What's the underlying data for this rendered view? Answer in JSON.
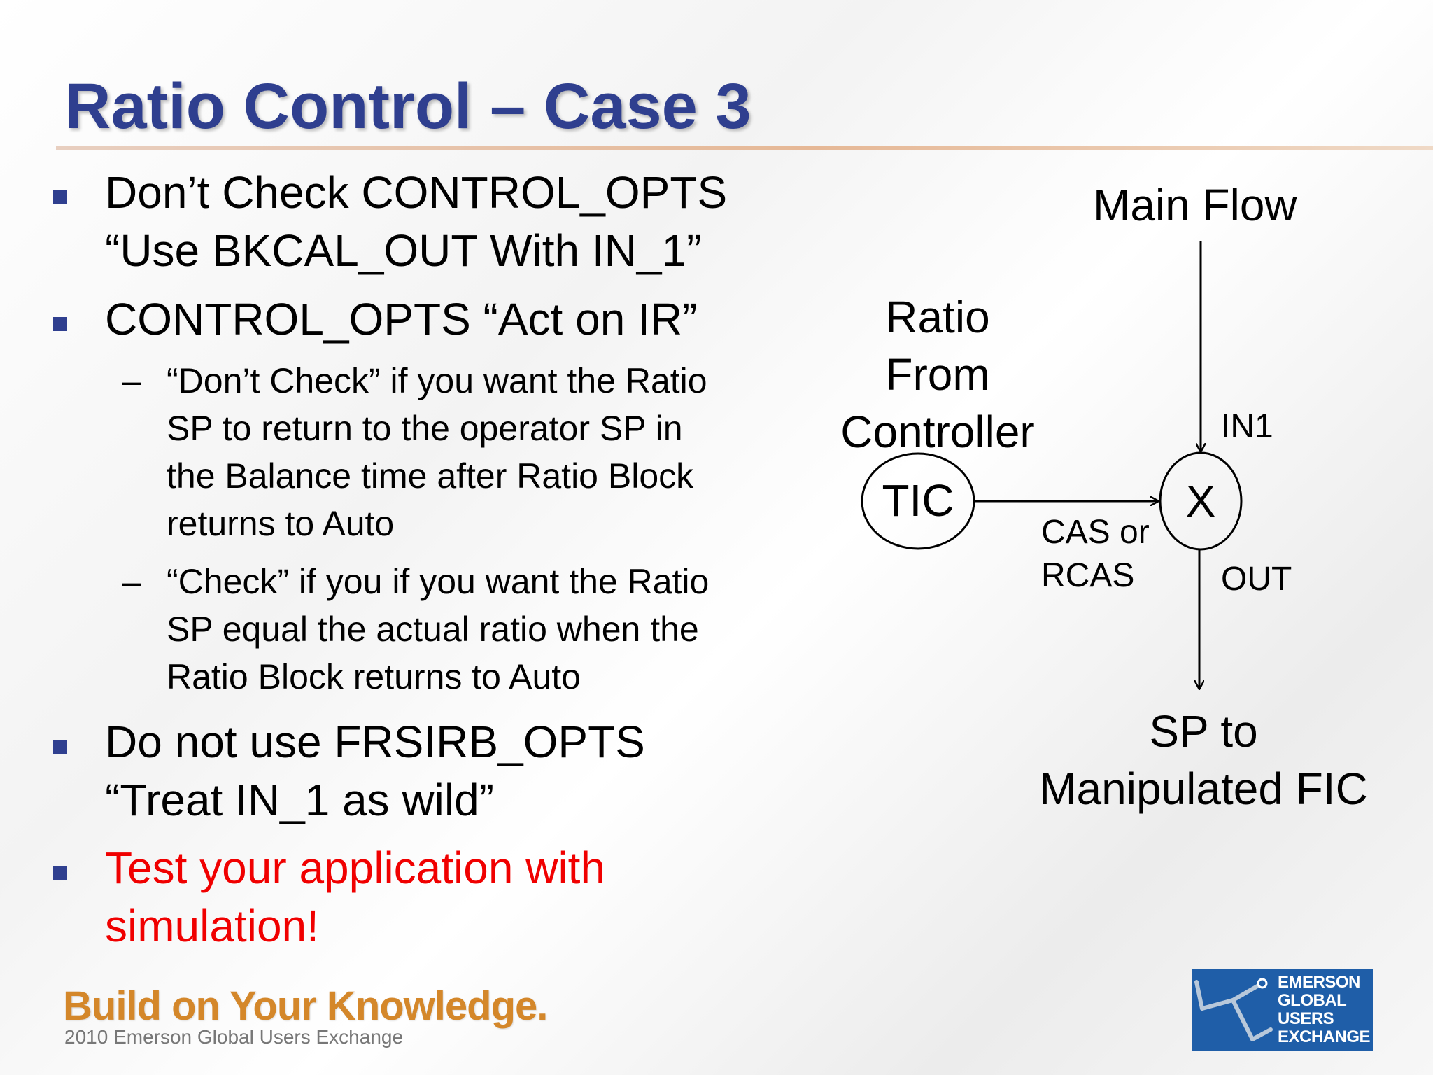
{
  "slide": {
    "title": "Ratio Control – Case 3",
    "bullets": [
      {
        "lines": [
          "Don’t Check CONTROL_OPTS",
          "“Use BKCAL_OUT With IN_1”"
        ]
      },
      {
        "lines": [
          "CONTROL_OPTS  “Act on IR”"
        ],
        "subbullets": [
          {
            "lines": [
              "“Don’t Check” if you want the Ratio",
              "SP to return to the operator SP in",
              "the Balance time after Ratio Block",
              "returns to Auto"
            ]
          },
          {
            "lines": [
              "“Check” if you if you want the Ratio",
              "SP equal the actual ratio when the",
              "Ratio Block returns to Auto"
            ]
          }
        ]
      },
      {
        "lines": [
          "Do not use FRSIRB_OPTS",
          "“Treat IN_1 as wild”"
        ]
      },
      {
        "lines": [
          "Test your application with",
          "simulation!"
        ],
        "color": "#f00000"
      }
    ],
    "sub_marker": "–"
  },
  "diagram": {
    "main_flow": "Main Flow",
    "ratio_source": [
      "Ratio",
      "From",
      "Controller"
    ],
    "tic": "TIC",
    "multiplier": "X",
    "in1": "IN1",
    "out": "OUT",
    "cas": [
      "CAS or",
      "RCAS"
    ],
    "sp_to": [
      "SP to",
      "Manipulated  FIC"
    ]
  },
  "footer": {
    "tagline": "Build on Your Knowledge.",
    "event": "2010 Emerson Global Users Exchange",
    "logo_lines": [
      "EMERSON",
      "GLOBAL",
      "USERS",
      "EXCHANGE"
    ]
  },
  "colors": {
    "title": "#2f3f8f",
    "bullet_square": "#2f3f8f",
    "highlight": "#f00000",
    "tagline": "#d4872a",
    "logo_bg": "#1f5ea8"
  }
}
